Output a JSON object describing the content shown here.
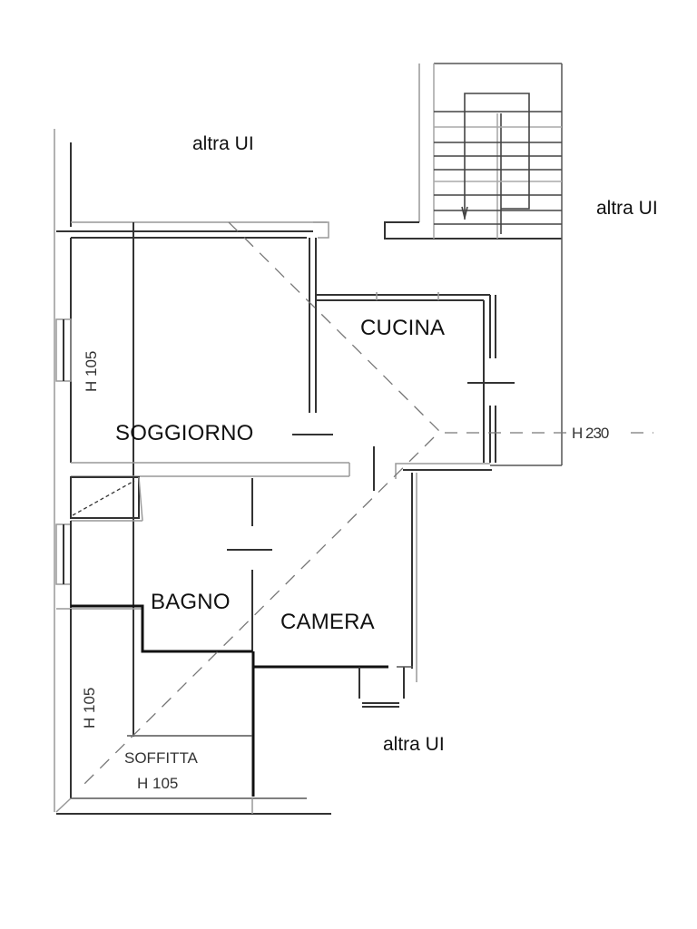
{
  "plan": {
    "rooms": {
      "soggiorno": "SOGGIORNO",
      "cucina": "CUCINA",
      "bagno": "BAGNO",
      "camera": "CAMERA",
      "soffitta": "SOFFITTA"
    },
    "neighbors": {
      "top": "altra UI",
      "right": "altra UI",
      "bottom": "altra UI"
    },
    "heights": {
      "soggiorno_wall": "H 105",
      "left_lower_wall": "H 105",
      "soffitta": "H 105",
      "section_line": "H 230"
    }
  }
}
